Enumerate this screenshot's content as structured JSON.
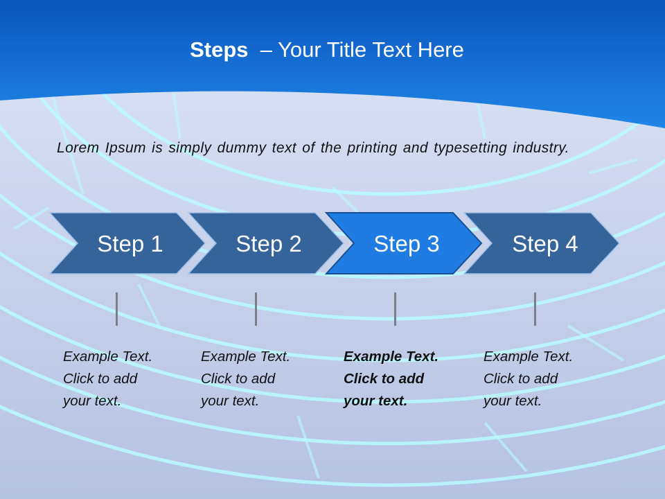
{
  "slide": {
    "title_bold": "Steps",
    "title_rest": "– Your Title Text Here",
    "intro": "Lorem Ipsum is simply dummy text of the printing and typesetting industry."
  },
  "steps": [
    {
      "label": "Step 1",
      "caption": "Example Text.\nClick  to add\nyour text."
    },
    {
      "label": "Step 2",
      "caption": "Example Text.\nClick  to add\nyour text."
    },
    {
      "label": "Step 3",
      "caption": "Example Text.\nClick  to add\nyour text."
    },
    {
      "label": "Step 4",
      "caption": "Example Text.\nClick  to add\nyour text."
    }
  ],
  "colors": {
    "chevron": "#35649b",
    "chevron_highlight": "#1f7ce3",
    "header_blue": "#0b5fcb"
  }
}
